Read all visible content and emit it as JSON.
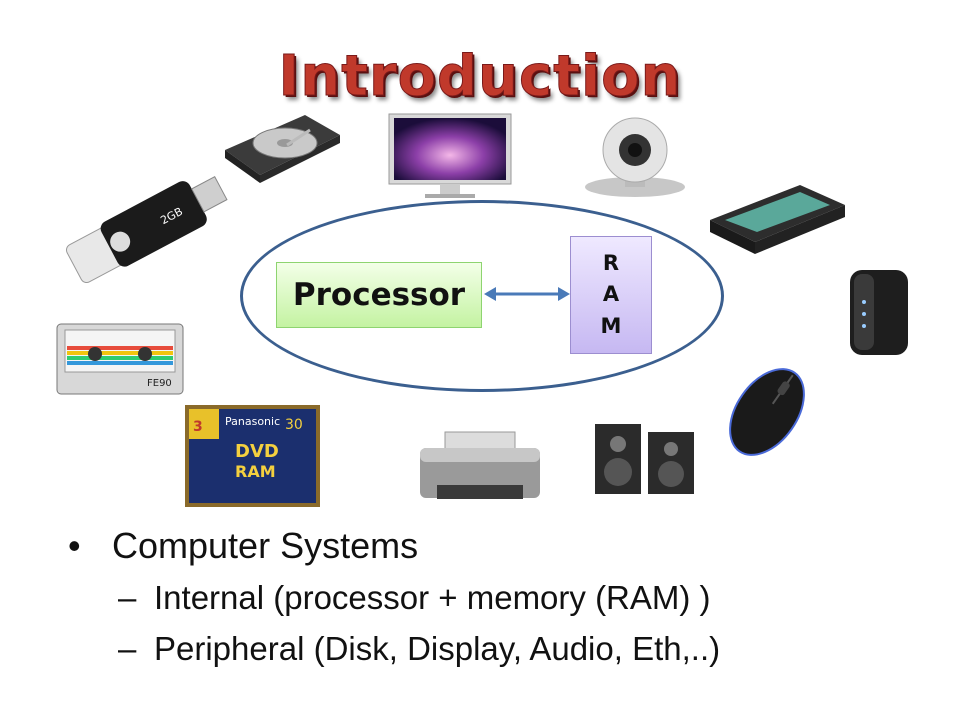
{
  "slide": {
    "title": "Introduction"
  },
  "diagram": {
    "processor_label": "Processor",
    "ram_letters": [
      "R",
      "A",
      "M"
    ]
  },
  "bullets": {
    "level1": "Computer  Systems",
    "level1_marker": "•",
    "level2_marker": "–",
    "items": [
      "Internal  (processor + memory (RAM) )",
      "Peripheral (Disk, Display, Audio, Eth,..)"
    ]
  },
  "device_images": [
    "usb-flash-drive-icon",
    "hard-disk-icon",
    "monitor-icon",
    "webcam-icon",
    "scanner-icon",
    "modem-icon",
    "cassette-tape-icon",
    "mouse-icon",
    "dvd-ram-icon",
    "printer-icon",
    "speakers-icon"
  ]
}
